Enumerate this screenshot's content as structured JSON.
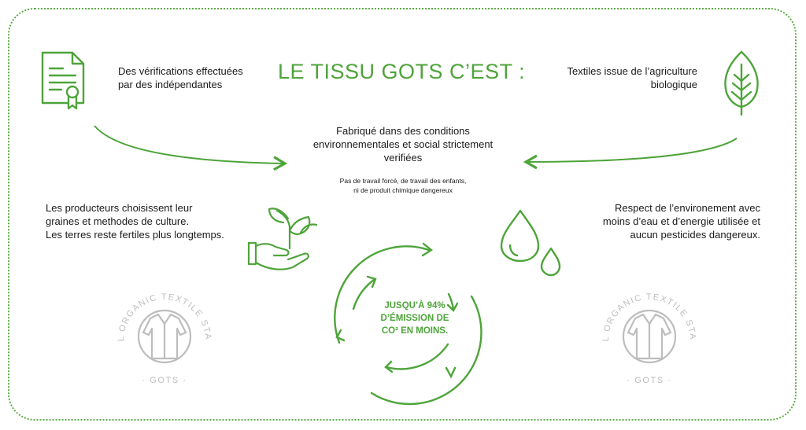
{
  "title": "LE TISSU GOTS C’EST :",
  "top_left": {
    "line1": "Des vérifications effectuées",
    "line2": "par des indépendantes"
  },
  "top_right": {
    "line1": "Textiles issue de l’agriculture",
    "line2": "biologique"
  },
  "center": {
    "line1": "Fabriqué dans des conditions",
    "line2": "environnementales et social strictement",
    "line3": "verifiées",
    "note1": "Pas de travail forcé, de travail des enfants,",
    "note2": "ni de produit chimique dangereux"
  },
  "mid_left": {
    "line1": "Les producteurs choisissent leur",
    "line2": "graines et methodes de culture.",
    "line3": "Les terres reste fertiles plus longtemps."
  },
  "mid_right": {
    "line1": "Respect de l’environement avec",
    "line2": "moins d’eau et d’energie utilisée et",
    "line3": "aucun pesticides dangereux."
  },
  "circle_label": {
    "line1": "JUSQU’À 94%",
    "line2": "D’ÉMISSION DE",
    "line3": "CO² EN MOINS."
  },
  "seal": {
    "arc_text": "GLOBAL ORGANIC TEXTILE STANDARD",
    "bottom_text": "· GOTS ·"
  },
  "icons": {
    "certificate": "certificate-icon",
    "leaf": "leaf-icon",
    "plant_hand": "plant-in-hand-icon",
    "water_drops": "water-drops-icon",
    "recycle": "circular-arrows-icon",
    "seal": "gots-seal-icon"
  },
  "colors": {
    "green": "#4ea43a",
    "grey_seal": "#bdbdbd"
  }
}
